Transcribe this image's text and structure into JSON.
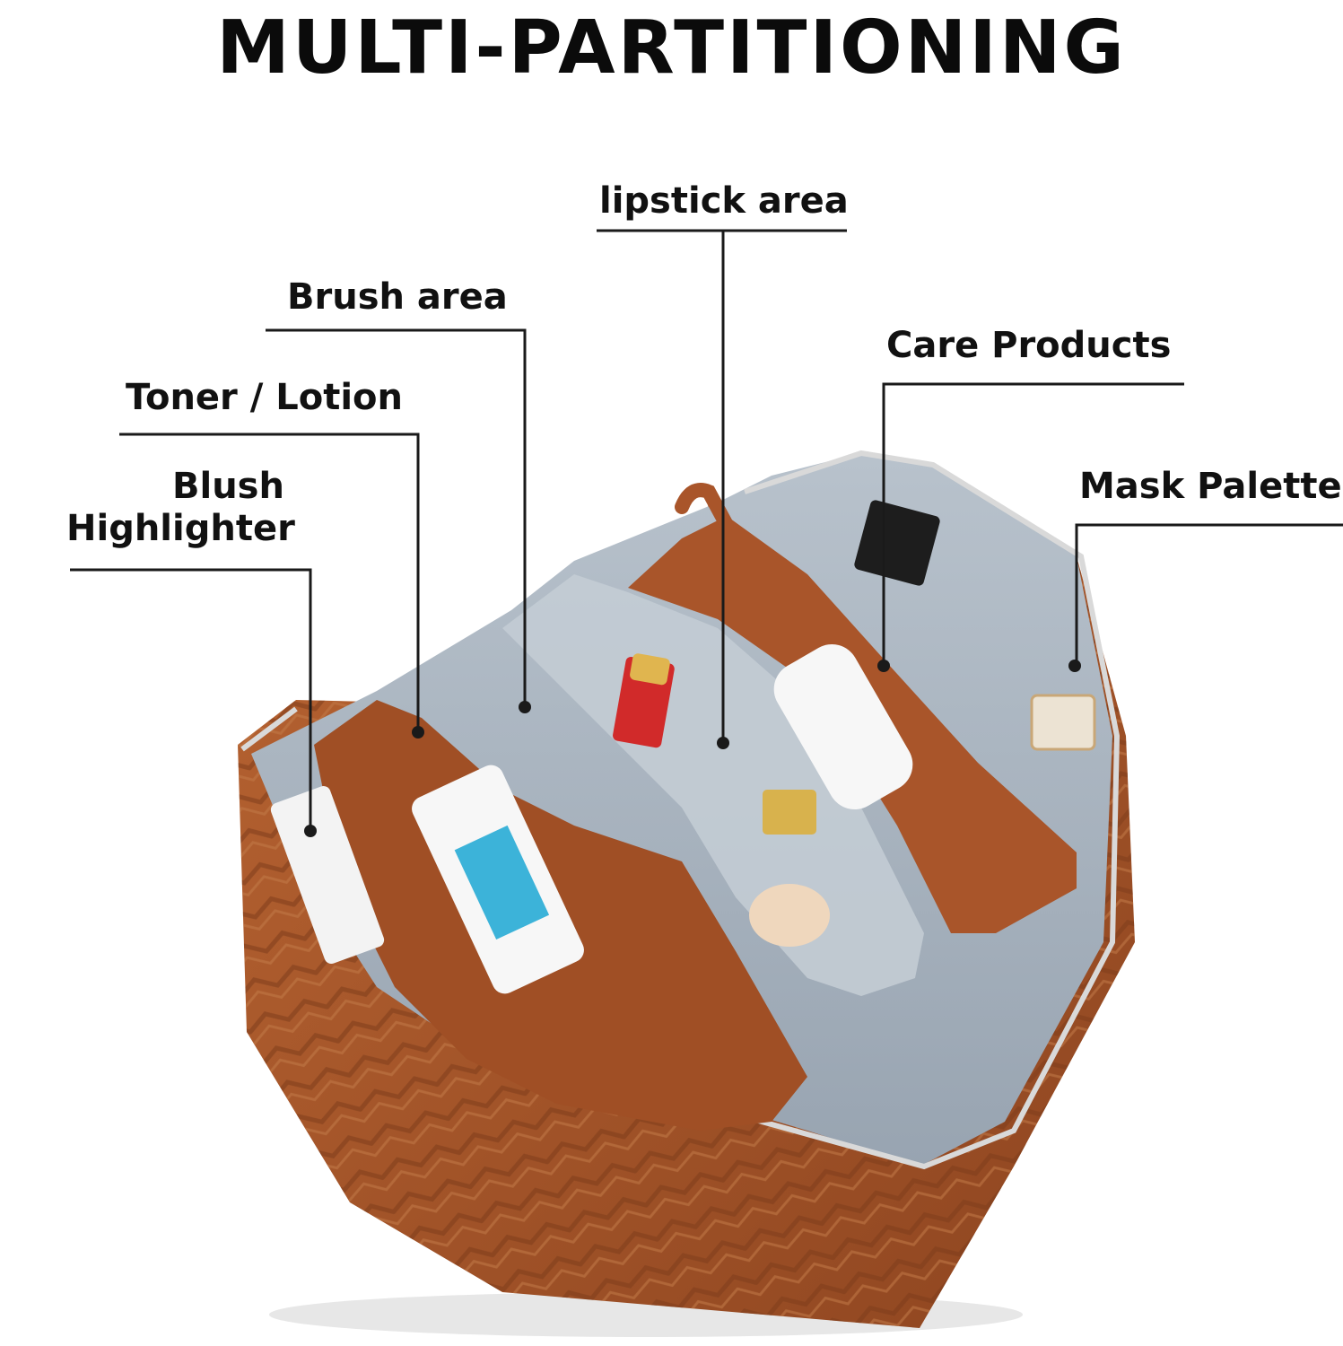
{
  "title": "MULTI-PARTITIONING",
  "callouts": {
    "lipstick_area": "lipstick area",
    "brush_area": "Brush area",
    "care_products": "Care Products",
    "toner_lotion": "Toner / Lotion",
    "mask_palette": "Mask Palette",
    "blush": "Blush",
    "highlighter": "Highlighter"
  },
  "product_photo": {
    "bag_color": "#a9552a",
    "lining_color": "#a9b4c0",
    "leader_line_color": "#1a1a1a"
  }
}
